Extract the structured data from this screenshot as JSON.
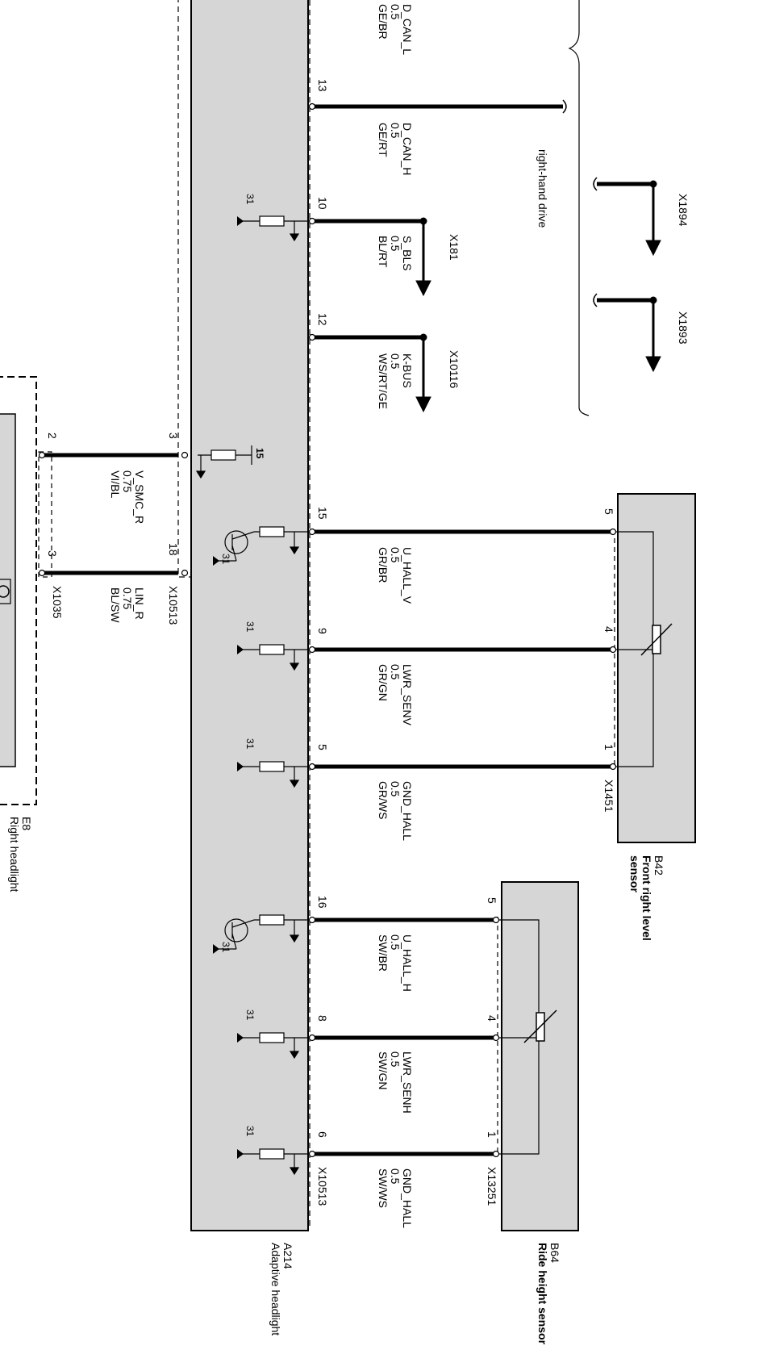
{
  "modules": {
    "a214": {
      "id": "A214",
      "name": "Adaptive headlight"
    },
    "b42": {
      "id": "B42",
      "name_line1": "Front right level",
      "name_line2": "sensor"
    },
    "b64": {
      "id": "B64",
      "name": "Ride height sensor"
    },
    "e8": {
      "id": "E8",
      "name": "Right headlight"
    }
  },
  "connectors": {
    "x10513_top": "X10513",
    "x10513_bottom": "X10513",
    "x1035": "X1035",
    "x1451": "X1451",
    "x13251": "X13251",
    "x181": "X181",
    "x10116": "X10116",
    "x1894": "X1894",
    "x1893": "X1893"
  },
  "annotations": {
    "rhd": "right-hand drive",
    "ground": "31",
    "supply": "15"
  },
  "wires": [
    {
      "key": "dcanl",
      "pin": "",
      "signal": "D_CAN_L",
      "gauge": "0.5",
      "color": "GE/BR"
    },
    {
      "key": "dcanh",
      "pin": "13",
      "signal": "D_CAN_H",
      "gauge": "0.5",
      "color": "GE/RT"
    },
    {
      "key": "sbls",
      "pin": "10",
      "signal": "S_BLS",
      "gauge": "0.5",
      "color": "BL/RT"
    },
    {
      "key": "kbus",
      "pin": "12",
      "signal": "K-BUS",
      "gauge": "0.5",
      "color": "WS/RT/GE"
    },
    {
      "key": "vsmcr",
      "pin": "3",
      "signal": "V_SMC_R",
      "gauge": "0.75",
      "color": "VI/BL"
    },
    {
      "key": "linr",
      "pin": "18",
      "signal": "LIN_R",
      "gauge": "0.75",
      "color": "BL/SW"
    },
    {
      "key": "uhallv",
      "pin": "15",
      "signal": "U_HALL_V",
      "gauge": "0.5",
      "color": "GR/BR"
    },
    {
      "key": "lwrsenv",
      "pin": "9",
      "signal": "LWR_SENV",
      "gauge": "0.5",
      "color": "GR/GN"
    },
    {
      "key": "gndhall1",
      "pin": "5",
      "signal": "GND_HALL",
      "gauge": "0.5",
      "color": "GR/WS"
    },
    {
      "key": "uhallh",
      "pin": "16",
      "signal": "U_HALL_H",
      "gauge": "0.5",
      "color": "SW/BR"
    },
    {
      "key": "lwrsenh",
      "pin": "8",
      "signal": "LWR_SENH",
      "gauge": "0.5",
      "color": "SW/GN"
    },
    {
      "key": "gndhall2",
      "pin": "6",
      "signal": "GND_HALL",
      "gauge": "0.5",
      "color": "SW/WS"
    }
  ],
  "remote_pins": {
    "e8_vsmc": "2",
    "e8_lin": "3",
    "b42_1": "5",
    "b42_2": "4",
    "b42_3": "1",
    "b64_1": "5",
    "b64_2": "4",
    "b64_3": "1"
  }
}
